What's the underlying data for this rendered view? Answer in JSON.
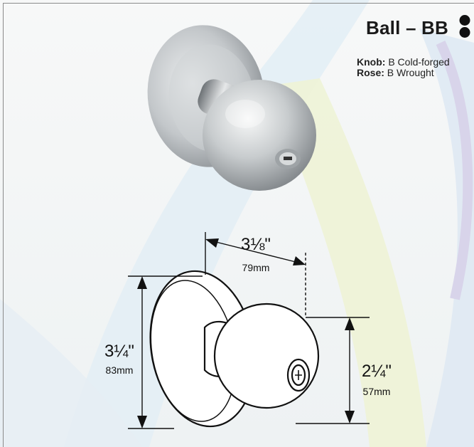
{
  "product": {
    "title": "Ball – BB",
    "shape_icon": "double-circle-icon",
    "specs": [
      {
        "label": "Knob:",
        "value": "B Cold-forged"
      },
      {
        "label": "Rose:",
        "value": "B Wrought"
      }
    ]
  },
  "dimensions": {
    "depth": {
      "imperial": "3⅛\"",
      "metric": "79mm"
    },
    "rose_height": {
      "imperial": "3¼\"",
      "metric": "83mm"
    },
    "knob_height": {
      "imperial": "2¼\"",
      "metric": "57mm"
    }
  },
  "colors": {
    "frame": "#8a8a8a",
    "swoosh_blue": "#cfe3ef",
    "swoosh_yellow": "#eef3d6",
    "swoosh_navy": "#dad6ea",
    "metal": "#c9cdd0"
  }
}
